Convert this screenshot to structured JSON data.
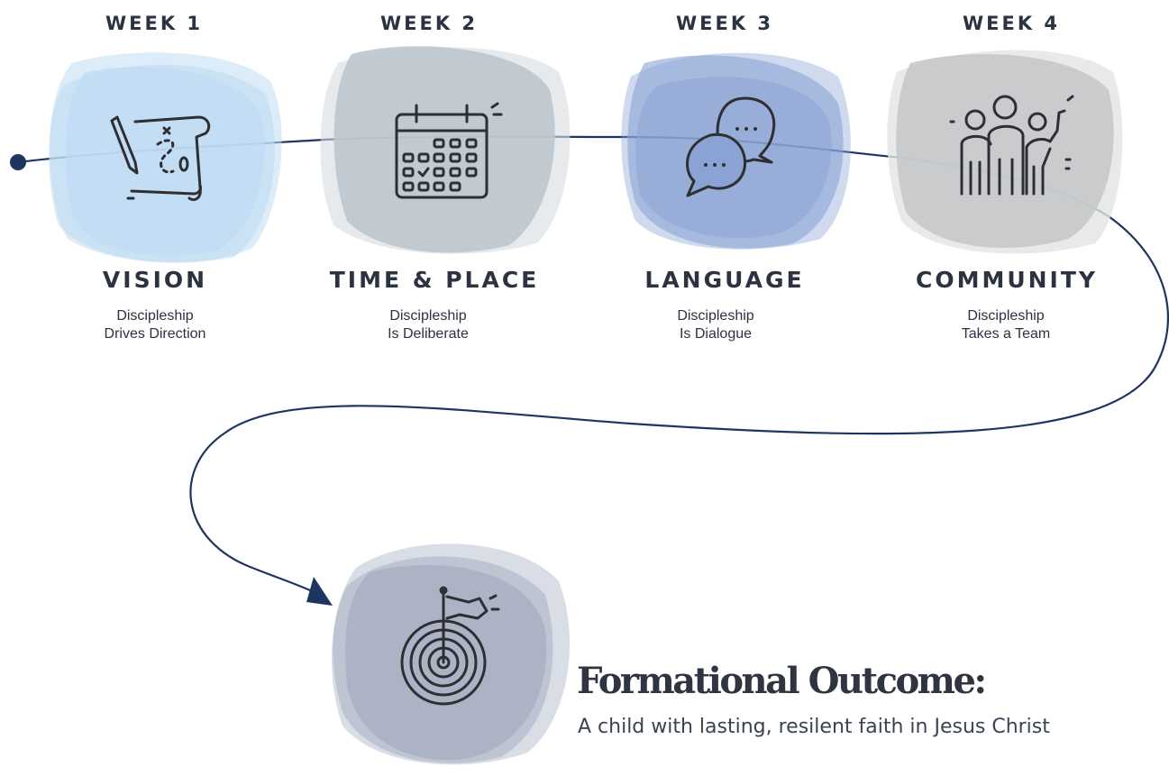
{
  "colors": {
    "line": "#1f3561",
    "week1_blob": "#bfdcf3",
    "week2_blob": "#bcc6cd",
    "week3_blob": "#8aa3d4",
    "week4_blob": "#c5c8c9",
    "outcome_blob": "#a3acbf",
    "icon_stroke": "#2e2f33"
  },
  "stages": [
    {
      "week": "WEEK 1",
      "title": "VISION",
      "line1": "Discipleship",
      "line2": "Drives Direction",
      "icon": "treasure-map-icon"
    },
    {
      "week": "WEEK 2",
      "title": "TIME & PLACE",
      "line1": "Discipleship",
      "line2": "Is Deliberate",
      "icon": "calendar-icon"
    },
    {
      "week": "WEEK 3",
      "title": "LANGUAGE",
      "line1": "Discipleship",
      "line2": "Is Dialogue",
      "icon": "speech-bubbles-icon"
    },
    {
      "week": "WEEK 4",
      "title": "COMMUNITY",
      "line1": "Discipleship",
      "line2": "Takes a Team",
      "icon": "people-group-icon"
    }
  ],
  "outcome": {
    "title": "Formational Outcome:",
    "description": "A child with lasting, resilent faith in Jesus Christ",
    "icon": "target-flag-icon"
  }
}
